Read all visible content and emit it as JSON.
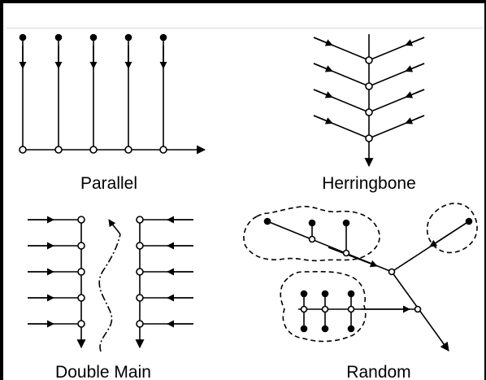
{
  "diagram": {
    "panels": [
      {
        "id": "parallel",
        "label": "Parallel"
      },
      {
        "id": "herringbone",
        "label": "Herringbone"
      },
      {
        "id": "double-main",
        "label": "Double Main"
      },
      {
        "id": "random",
        "label": "Random"
      }
    ],
    "colors": {
      "stroke": "#000000",
      "background": "#ffffff"
    }
  }
}
